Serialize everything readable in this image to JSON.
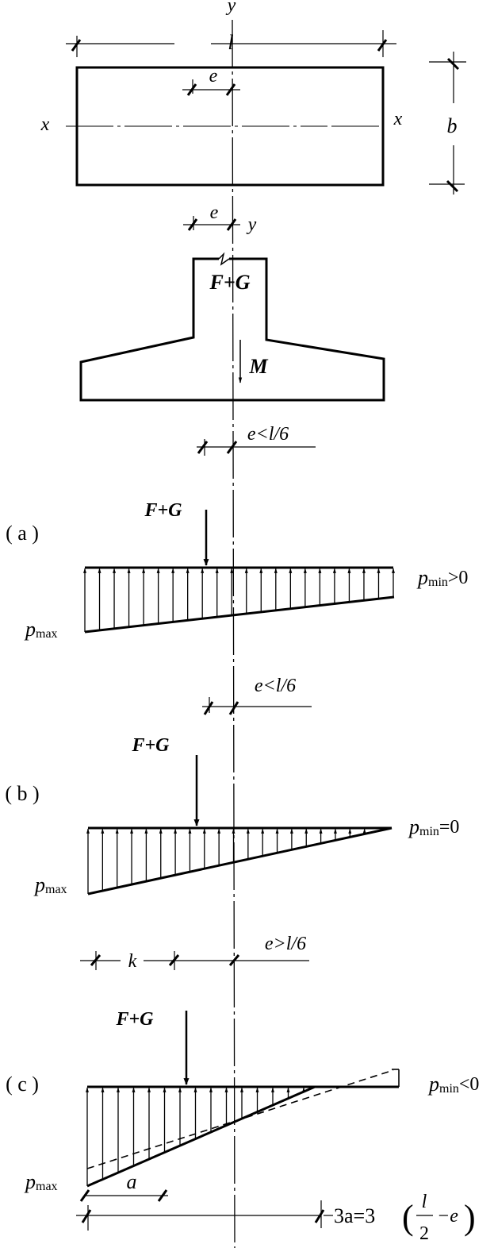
{
  "plan_view": {
    "axis_y_label_top": "y",
    "axis_y_label_bottom": "y",
    "axis_x_label_left": "x",
    "axis_x_label_right": "x",
    "length_label": "l",
    "width_label": "b",
    "eccentricity_label_top": "e",
    "eccentricity_label_bottom": "e"
  },
  "section_view": {
    "load_label": "F+G",
    "moment_label": "M"
  },
  "case_a": {
    "tag": "( a )",
    "eccentricity_condition": "e<l/6",
    "load_label": "F+G",
    "p_max_base": "p",
    "p_max_sub": "max",
    "p_min_base": "p",
    "p_min_sub": "min",
    "p_min_condition": ">0",
    "pressure_at_left": 1.0,
    "pressure_at_right": 0.45,
    "arrow_count": 22
  },
  "case_b": {
    "tag": "( b )",
    "eccentricity_condition": "e<l/6",
    "load_label": "F+G",
    "p_max_base": "p",
    "p_max_sub": "max",
    "p_min_base": "p",
    "p_min_sub": "min",
    "p_min_condition": "=0",
    "pressure_at_left": 1.0,
    "pressure_at_right": 0.0,
    "arrow_count": 21
  },
  "case_c": {
    "tag": "( c )",
    "eccentricity_condition": "e>l/6",
    "k_label": "k",
    "load_label": "F+G",
    "p_max_base": "p",
    "p_max_sub": "max",
    "p_min_base": "p",
    "p_min_sub": "min",
    "p_min_condition": "<0",
    "a_label": "a",
    "extent_label_prefix": "3a=3",
    "extent_fraction_num": "l",
    "extent_fraction_den": "2",
    "extent_label_suffix": "−e",
    "contact_fraction": 0.73,
    "arrow_count": 15
  }
}
